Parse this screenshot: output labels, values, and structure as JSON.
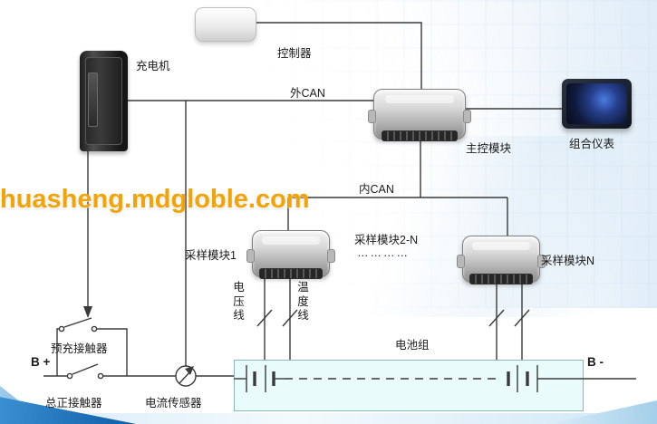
{
  "watermark": {
    "text": "huasheng.mdgloble.com",
    "color": "#f2a407"
  },
  "diagram": {
    "controller_label": "控制器",
    "charger_label": "充电机",
    "external_can_label": "外CAN",
    "main_module_label": "主控模块",
    "instrument_label": "组合仪表",
    "internal_can_label": "内CAN",
    "sampling_module_1_label": "采样模块1",
    "sampling_module_2n_label": "采样模块2-N",
    "sampling_module_2n_dots": "…………",
    "sampling_module_n_label": "采样模块N",
    "voltage_line_label": "电压线",
    "temperature_line_label": "温度线",
    "precharge_contactor_label": "预充接触器",
    "b_plus_label": "B +",
    "main_positive_contactor_label": "总正接触器",
    "current_sensor_label": "电流传感器",
    "battery_pack_label": "电池组",
    "b_minus_label": "B -"
  },
  "colors": {
    "wire_line": "#3a3a3a",
    "battery_fill": "#e9fbfa",
    "battery_border": "#8ab7ba",
    "ribbon_blue_dark": "#0d5ca6",
    "ribbon_blue_light": "#8fc2e6",
    "backdrop_blue": "#a6cce9"
  }
}
